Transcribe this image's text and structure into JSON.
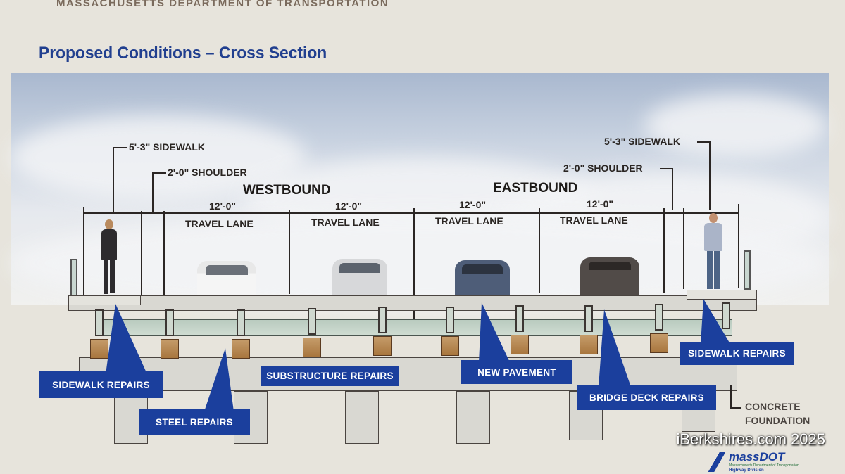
{
  "header": {
    "organization": "MASSACHUSETTS DEPARTMENT OF TRANSPORTATION",
    "title": "Proposed Conditions – Cross Section"
  },
  "directions": {
    "west": "WESTBOUND",
    "east": "EASTBOUND"
  },
  "dimensions": {
    "sidewalk_left": "5'-3\" SIDEWALK",
    "shoulder_left": "2'-0\" SHOULDER",
    "sidewalk_right": "5'-3\" SIDEWALK",
    "shoulder_right": "2'-0\" SHOULDER",
    "lanes": [
      {
        "width": "12'-0\"",
        "label": "TRAVEL LANE"
      },
      {
        "width": "12'-0\"",
        "label": "TRAVEL LANE"
      },
      {
        "width": "12'-0\"",
        "label": "TRAVEL LANE"
      },
      {
        "width": "12'-0\"",
        "label": "TRAVEL LANE"
      }
    ]
  },
  "callouts": [
    "SIDEWALK REPAIRS",
    "STEEL REPAIRS",
    "SUBSTRUCTURE REPAIRS",
    "NEW PAVEMENT",
    "BRIDGE DECK REPAIRS",
    "SIDEWALK REPAIRS"
  ],
  "foundation_label": "CONCRETE FOUNDATION",
  "logo": {
    "name": "massDOT",
    "subtitle": "Massachusetts Department of Transportation",
    "division": "Highway Division"
  },
  "watermark": "iBerkshires.com 2025",
  "colors": {
    "callout": "#1b3f9d",
    "title": "#213f8f"
  }
}
